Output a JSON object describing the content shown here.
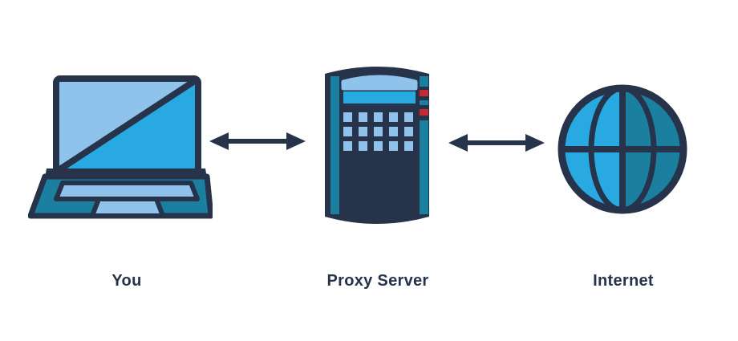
{
  "diagram": {
    "nodes": [
      {
        "id": "you",
        "label": "You",
        "icon": "laptop-icon"
      },
      {
        "id": "proxy",
        "label": "Proxy Server",
        "icon": "proxy-server-icon"
      },
      {
        "id": "internet",
        "label": "Internet",
        "icon": "globe-icon"
      }
    ],
    "connections": [
      {
        "from": "you",
        "to": "proxy",
        "type": "bidirectional",
        "icon": "double-arrow-icon"
      },
      {
        "from": "proxy",
        "to": "internet",
        "type": "bidirectional",
        "icon": "double-arrow-icon"
      }
    ]
  },
  "colors": {
    "bg": "#ffffff",
    "navy": "#26334a",
    "light": "#90c3eb",
    "bright": "#29a9e1",
    "teal": "#1b7f9f",
    "red": "#c32a33",
    "label": "#26334a"
  }
}
